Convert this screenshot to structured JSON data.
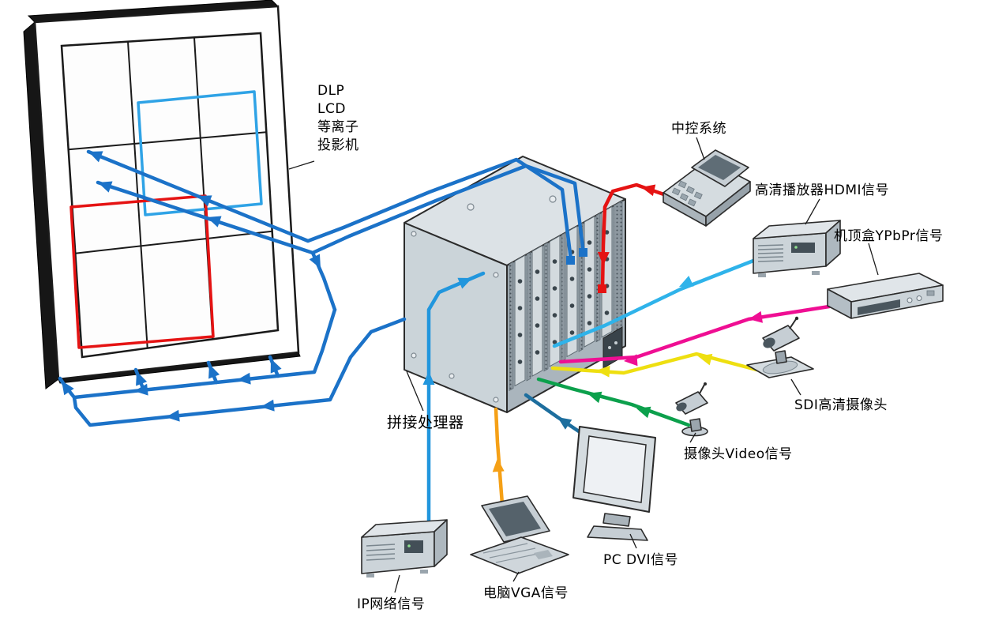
{
  "colors": {
    "wall_cable": "#1b72c8",
    "overlay_blue": "#2fa3e6",
    "overlay_red": "#e51313",
    "control": "#e51313",
    "hdmi": "#2fb3ea",
    "ypbpr": "#ef0e93",
    "sdi": "#eedf10",
    "video": "#0ca04c",
    "dvi": "#1d6e9e",
    "vga": "#f5a016",
    "ip": "#2196dd"
  },
  "labels": {
    "display": {
      "lines": [
        "DLP",
        "LCD",
        "等离子",
        "投影机"
      ]
    },
    "processor": "拼接处理器",
    "control_system": "中控系统",
    "hd_player": "高清播放器HDMI信号",
    "set_top_box": "机顶盒YPbPr信号",
    "sdi_camera": "SDI高清摄像头",
    "video_camera": "摄像头Video信号",
    "pc": "PC DVI信号",
    "laptop": "电脑VGA信号",
    "ip_network": "IP网络信号"
  }
}
